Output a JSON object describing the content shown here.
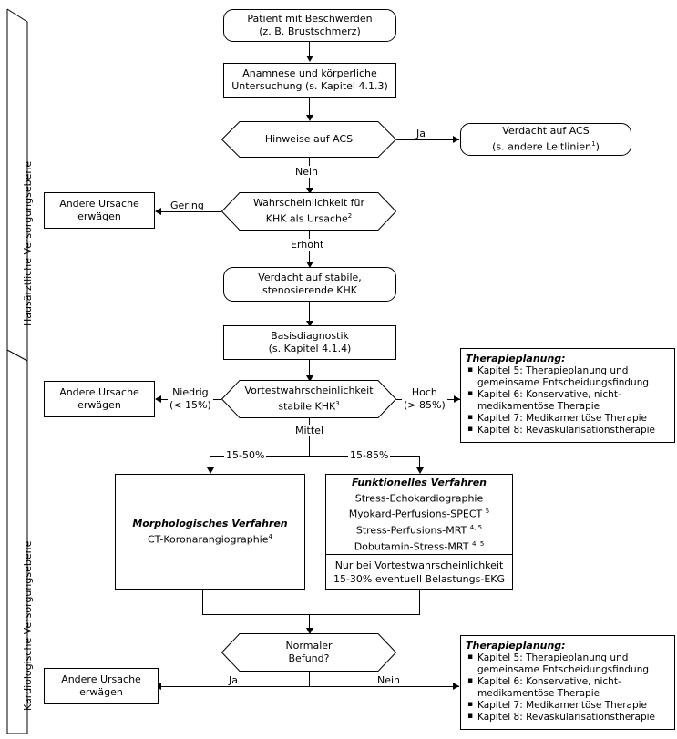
{
  "lanes": [
    {
      "id": "lane-primary-care",
      "label": "Hausärztliche Versorgungsebene"
    },
    {
      "id": "lane-cardiology",
      "label": "Kardiologische Versorgungsebene"
    }
  ],
  "nodes": {
    "patient": {
      "line1": "Patient mit Beschwerden",
      "line2": "(z. B. Brustschmerz)"
    },
    "anamnese": {
      "line1": "Anamnese und körperliche",
      "line2": "Untersuchung (s. Kapitel 4.1.3)"
    },
    "hinweise_acs": {
      "line1": "Hinweise auf ACS"
    },
    "verdacht_acs": {
      "line1": "Verdacht auf ACS",
      "line2": "(s. andere Leitlinien",
      "sup": "1",
      "line2_end": ")"
    },
    "wahrscheinlichkeit": {
      "line1": "Wahrscheinlichkeit für",
      "line2": "KHK als Ursache",
      "sup": "2"
    },
    "andere_ursache_1": {
      "line1": "Andere Ursache",
      "line2": "erwägen"
    },
    "verdacht_stabile": {
      "line1": "Verdacht auf stabile,",
      "line2": "stenosierende KHK"
    },
    "basisdiagnostik": {
      "line1": "Basisdiagnostik",
      "line2": "(s. Kapitel 4.1.4)"
    },
    "vortest": {
      "line1": "Vortestwahrscheinlichkeit",
      "line2": "stabile KHK",
      "sup": "3"
    },
    "andere_ursache_2": {
      "line1": "Andere Ursache",
      "line2": "erwägen"
    },
    "morphologisch": {
      "title": "Morphologisches Verfahren",
      "line1": "CT-Koronarangiographie",
      "sup1": "4"
    },
    "funktionell": {
      "title": "Funktionelles Verfahren",
      "items": [
        {
          "text": "Stress-Echokardiographie",
          "sup": ""
        },
        {
          "text": "Myokard-Perfusions-SPECT",
          "sup": "5"
        },
        {
          "text": "Stress-Perfusions-MRT",
          "sup": "4, 5"
        },
        {
          "text": "Dobutamin-Stress-MRT",
          "sup": "4, 5"
        }
      ],
      "note1": "Nur bei Vortestwahrscheinlichkeit",
      "note2": "15-30% eventuell Belastungs-EKG"
    },
    "normaler_befund": {
      "line1": "Normaler",
      "line2": "Befund?"
    },
    "andere_ursache_3": {
      "line1": "Andere Ursache",
      "line2": "erwägen"
    }
  },
  "edge_labels": {
    "ja_acs": "Ja",
    "nein_acs": "Nein",
    "gering": "Gering",
    "erhoeht": "Erhöht",
    "niedrig_l1": "Niedrig",
    "niedrig_l2": "(< 15%)",
    "hoch_l1": "Hoch",
    "hoch_l2": "(> 85%)",
    "mittel": "Mittel",
    "split_left": "15-50%",
    "split_right": "15-85%",
    "ja_befund": "Ja",
    "nein_befund": "Nein"
  },
  "panels": {
    "therapy_top": {
      "title": "Therapieplanung:",
      "items": [
        "Kapitel 5: Therapieplanung und gemeinsame Entscheidungsfindung",
        "Kapitel 6: Konservative, nicht-medikamentöse Therapie",
        "Kapitel 7: Medikamentöse Therapie",
        "Kapitel 8: Revaskularisationstherapie"
      ]
    },
    "therapy_bottom": {
      "title": "Therapieplanung:",
      "items": [
        "Kapitel 5: Therapieplanung und gemeinsame Entscheidungsfindung",
        "Kapitel 6: Konservative, nicht-medikamentöse Therapie",
        "Kapitel 7: Medikamentöse Therapie",
        "Kapitel 8: Revaskularisationstherapie"
      ]
    }
  },
  "colors": {
    "line": "#000000",
    "background": "#ffffff",
    "text": "#000000"
  }
}
